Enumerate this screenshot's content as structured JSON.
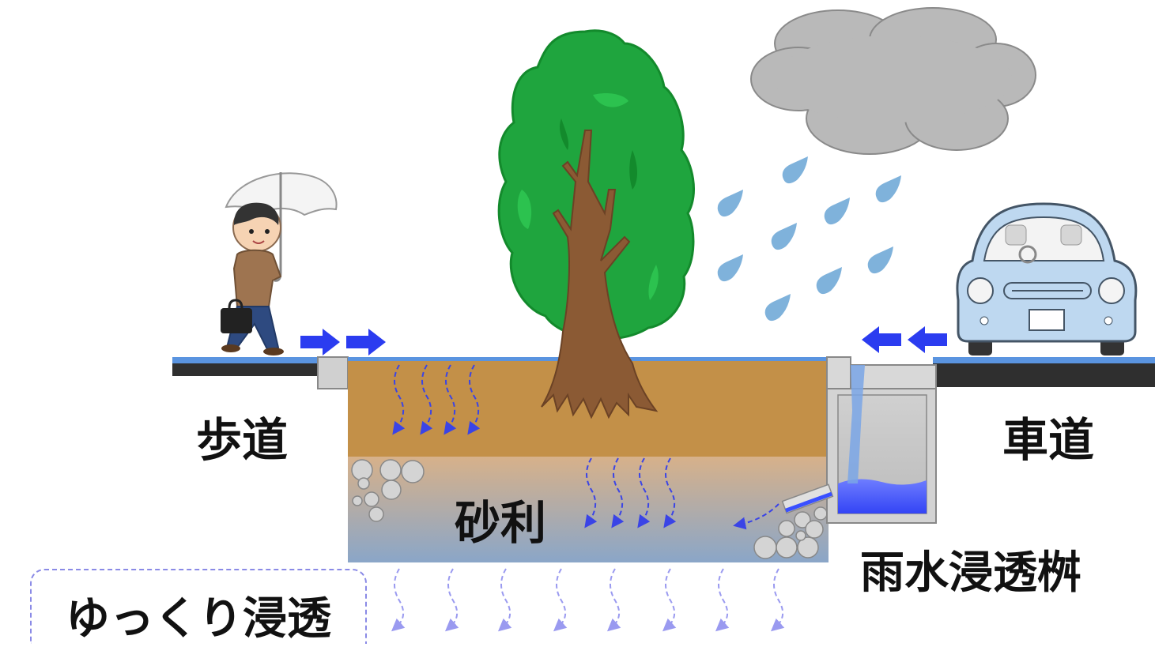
{
  "labels": {
    "sidewalk": "歩道",
    "roadway": "車道",
    "gravel": "砂利",
    "infiltration_basin": "雨水浸透桝",
    "slow_infiltration": "ゆっくり浸透"
  },
  "colors": {
    "soil": "#c39048",
    "gravel_top": "#d4b08b",
    "gravel_bottom": "#8fa8c8",
    "tree_green": "#1f9e3d",
    "trunk": "#8b5a34",
    "water_arrow": "#2b3cf0",
    "rain": "#7fb3dc",
    "cloud": "#b8b8b8",
    "car_body": "#bcd8f0",
    "basin_water": "#4a5cff"
  }
}
